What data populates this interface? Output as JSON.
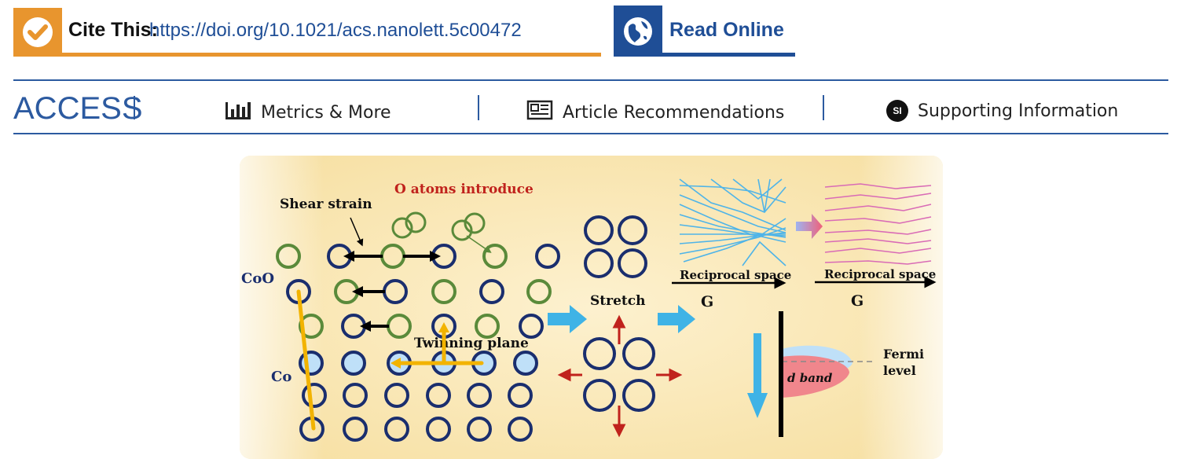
{
  "cite": {
    "label": "Cite This:",
    "doi": "https://doi.org/10.1021/acs.nanolett.5c00472"
  },
  "read": {
    "label": "Read Online"
  },
  "access": {
    "label": "ACCESS",
    "tabs": [
      {
        "label": "Metrics & More",
        "icon": "bar-chart-icon"
      },
      {
        "label": "Article Recommendations",
        "icon": "newspaper-icon"
      },
      {
        "label": "Supporting Information",
        "icon": "si-badge-icon",
        "badge": "SI"
      }
    ]
  },
  "figure": {
    "o_atoms": "O atoms introduce",
    "shear_strain": "Shear strain",
    "coo": "CoO",
    "co": "Co",
    "twinning_plane": "Twinning plane",
    "stretch": "Stretch",
    "reciprocal_left": "Reciprocal space",
    "reciprocal_right": "Reciprocal space",
    "g_left": "G",
    "g_right": "G",
    "d_band": "d band",
    "fermi_1": "Fermi",
    "fermi_2": "level"
  },
  "colors": {
    "orange": "#E8952E",
    "blue": "#1F4E96",
    "navy": "#1A2E6E",
    "green": "#5A8A3A",
    "red": "#C0221C",
    "cyan": "#3FB3E6",
    "magenta": "#D24EA8"
  }
}
